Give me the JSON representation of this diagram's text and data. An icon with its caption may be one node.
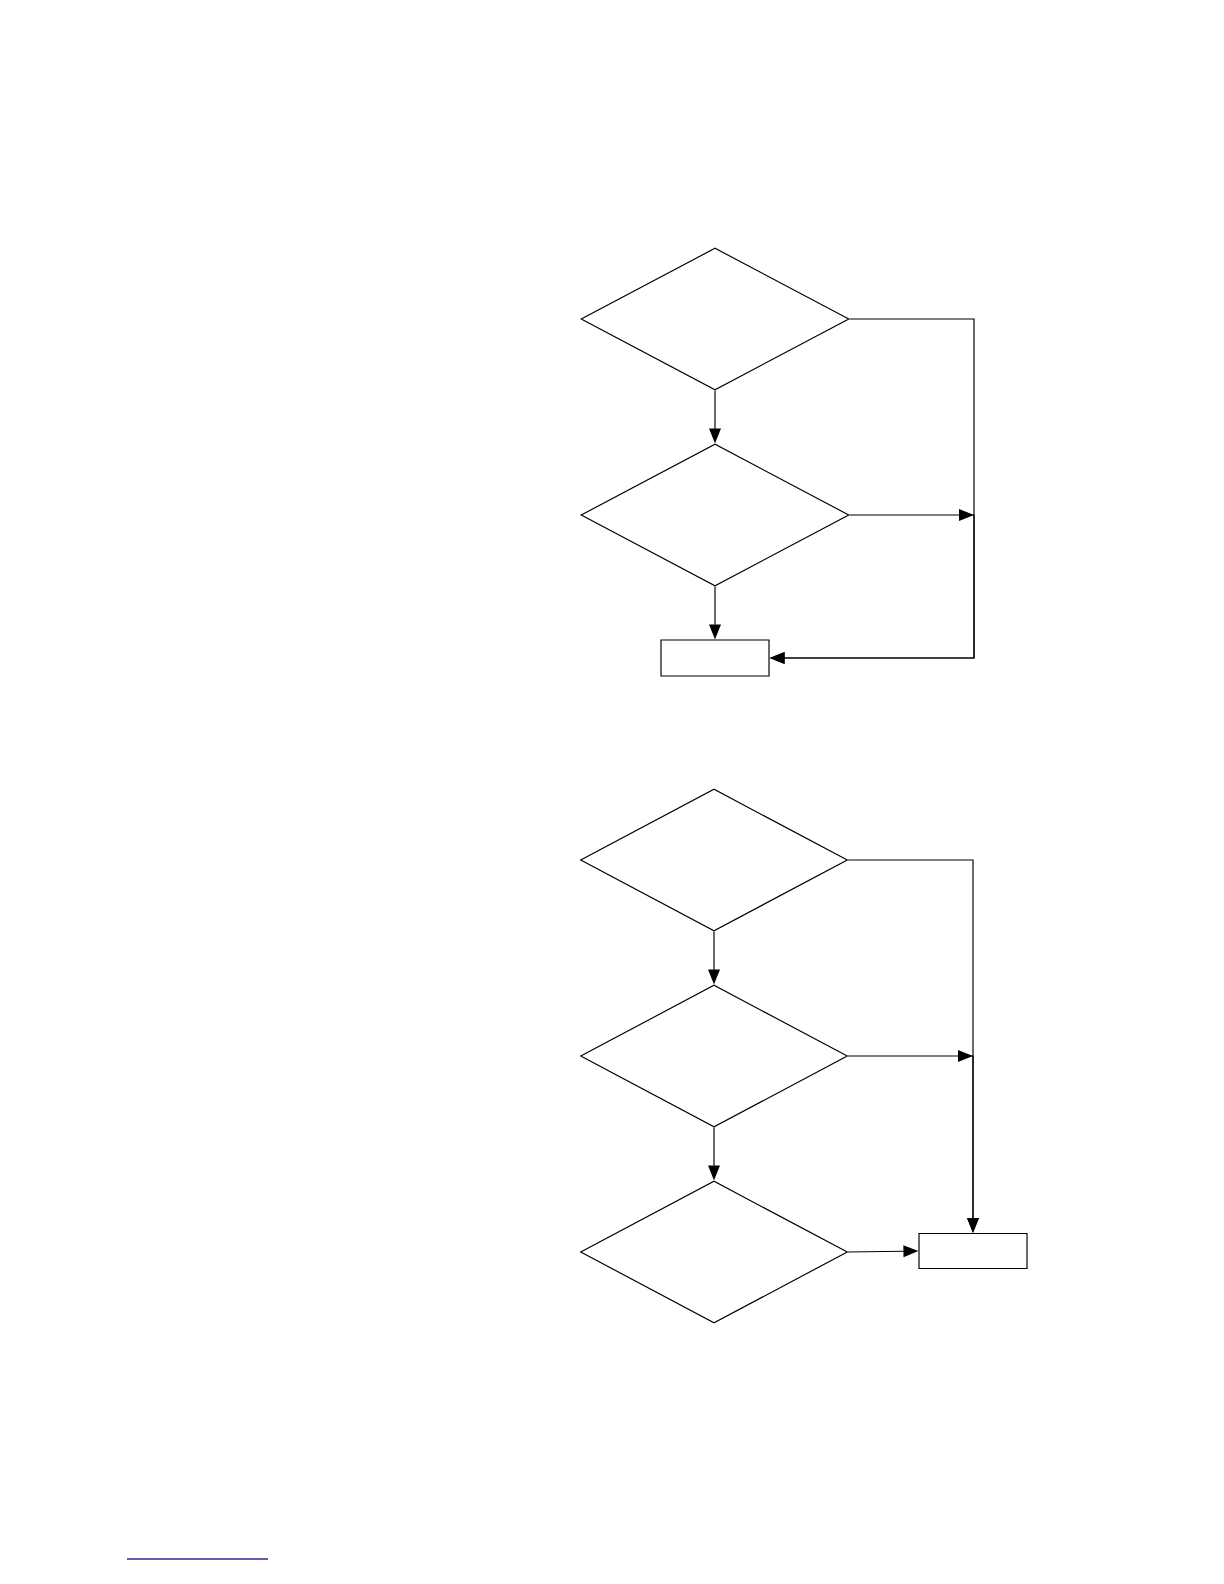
{
  "diagram": {
    "nodes": [
      {
        "text": [],
        "shape": "diamond"
      },
      {
        "text": [],
        "shape": "diamond"
      },
      {
        "text": [],
        "shape": "box"
      },
      {
        "text": [],
        "shape": "diamond"
      },
      {
        "text": [],
        "shape": "diamond"
      },
      {
        "text": [],
        "shape": "diamond"
      },
      {
        "text": [],
        "shape": "box"
      }
    ],
    "edges": [
      {
        "from": 0,
        "to": 1,
        "arrow": "to"
      },
      {
        "from": 1,
        "to": 2,
        "arrow": "to"
      },
      {
        "from": 0,
        "to": 2,
        "arrow": "to"
      },
      {
        "from": 1,
        "to": 2,
        "arrow": "to"
      },
      {
        "from": 3,
        "to": 4,
        "arrow": "to"
      },
      {
        "from": 4,
        "to": 5,
        "arrow": "to"
      },
      {
        "from": 3,
        "to": 6,
        "arrow": "to"
      },
      {
        "from": 4,
        "to": 6,
        "arrow": "to"
      },
      {
        "from": 5,
        "to": 6,
        "arrow": "to"
      }
    ]
  }
}
